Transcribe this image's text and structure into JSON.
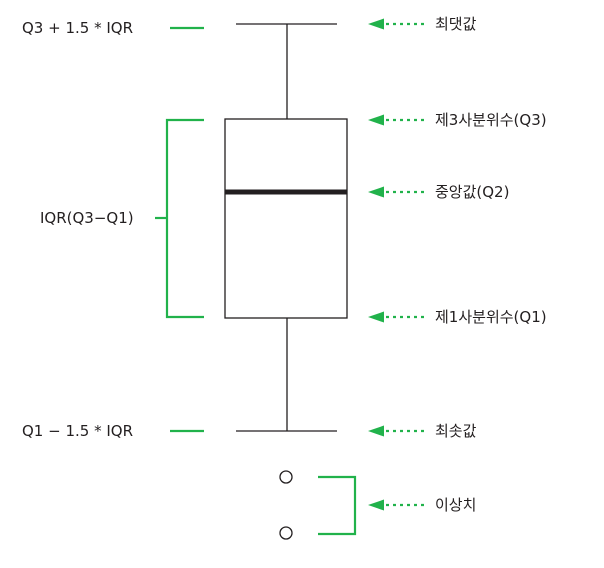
{
  "labels": {
    "upper_fence": "Q3 + 1.5 * IQR",
    "lower_fence": "Q1 − 1.5 * IQR",
    "iqr": "IQR(Q3−Q1)",
    "maximum": "최댓값",
    "q3": "제3사분위수(Q3)",
    "median": "중앙값(Q2)",
    "q1": "제1사분위수(Q1)",
    "minimum": "최솟값",
    "outliers": "이상치"
  },
  "colors": {
    "accent_green": "#21b24b",
    "line_dark": "#231f20"
  }
}
